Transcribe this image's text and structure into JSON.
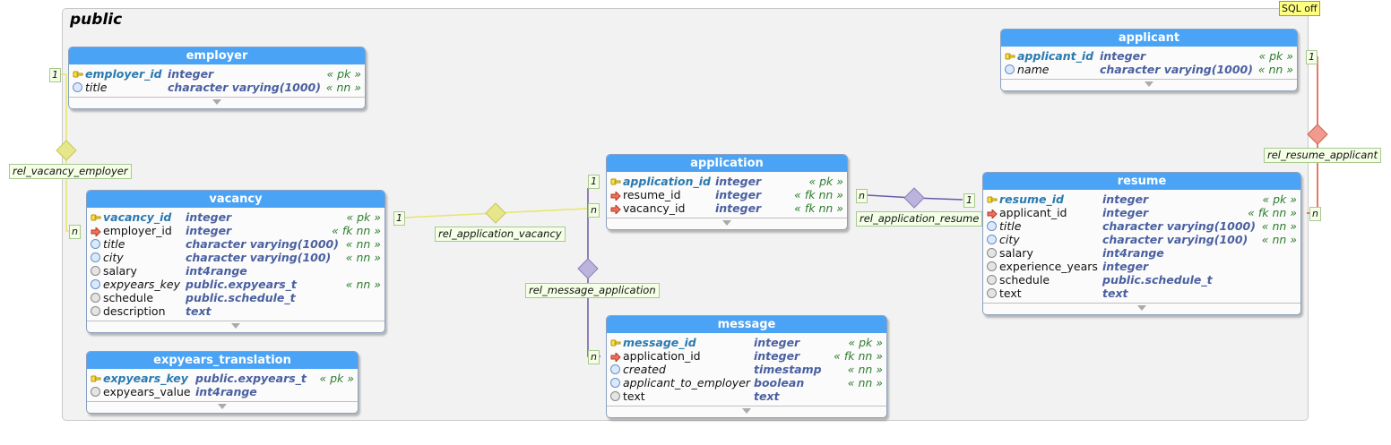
{
  "schema": {
    "name": "public",
    "badge": "SQL off"
  },
  "tables": {
    "employer": {
      "title": "employer",
      "fields": [
        {
          "name": "employer_id",
          "type": "integer",
          "cons": "« pk »",
          "icon": "key"
        },
        {
          "name": "title",
          "type": "character varying(1000)",
          "cons": "« nn »",
          "icon": "notnull"
        }
      ]
    },
    "applicant": {
      "title": "applicant",
      "fields": [
        {
          "name": "applicant_id",
          "type": "integer",
          "cons": "« pk »",
          "icon": "key"
        },
        {
          "name": "name",
          "type": "character varying(1000)",
          "cons": "« nn »",
          "icon": "notnull"
        }
      ]
    },
    "vacancy": {
      "title": "vacancy",
      "fields": [
        {
          "name": "vacancy_id",
          "type": "integer",
          "cons": "« pk »",
          "icon": "key"
        },
        {
          "name": "employer_id",
          "type": "integer",
          "cons": "« fk nn »",
          "icon": "fk"
        },
        {
          "name": "title",
          "type": "character varying(1000)",
          "cons": "« nn »",
          "icon": "notnull"
        },
        {
          "name": "city",
          "type": "character varying(100)",
          "cons": "« nn »",
          "icon": "notnull"
        },
        {
          "name": "salary",
          "type": "int4range",
          "cons": "",
          "icon": "nullable"
        },
        {
          "name": "expyears_key",
          "type": "public.expyears_t",
          "cons": "« nn »",
          "icon": "notnull"
        },
        {
          "name": "schedule",
          "type": "public.schedule_t",
          "cons": "",
          "icon": "nullable"
        },
        {
          "name": "description",
          "type": "text",
          "cons": "",
          "icon": "nullable"
        }
      ]
    },
    "application": {
      "title": "application",
      "fields": [
        {
          "name": "application_id",
          "type": "integer",
          "cons": "« pk »",
          "icon": "key"
        },
        {
          "name": "resume_id",
          "type": "integer",
          "cons": "« fk nn »",
          "icon": "fk"
        },
        {
          "name": "vacancy_id",
          "type": "integer",
          "cons": "« fk nn »",
          "icon": "fk"
        }
      ]
    },
    "resume": {
      "title": "resume",
      "fields": [
        {
          "name": "resume_id",
          "type": "integer",
          "cons": "« pk »",
          "icon": "key"
        },
        {
          "name": "applicant_id",
          "type": "integer",
          "cons": "« fk nn »",
          "icon": "fk"
        },
        {
          "name": "title",
          "type": "character varying(1000)",
          "cons": "« nn »",
          "icon": "notnull"
        },
        {
          "name": "city",
          "type": "character varying(100)",
          "cons": "« nn »",
          "icon": "notnull"
        },
        {
          "name": "salary",
          "type": "int4range",
          "cons": "",
          "icon": "nullable"
        },
        {
          "name": "experience_years",
          "type": "integer",
          "cons": "",
          "icon": "nullable"
        },
        {
          "name": "schedule",
          "type": "public.schedule_t",
          "cons": "",
          "icon": "nullable"
        },
        {
          "name": "text",
          "type": "text",
          "cons": "",
          "icon": "nullable"
        }
      ]
    },
    "message": {
      "title": "message",
      "fields": [
        {
          "name": "message_id",
          "type": "integer",
          "cons": "« pk »",
          "icon": "key"
        },
        {
          "name": "application_id",
          "type": "integer",
          "cons": "« fk nn »",
          "icon": "fk"
        },
        {
          "name": "created",
          "type": "timestamp",
          "cons": "« nn »",
          "icon": "notnull"
        },
        {
          "name": "applicant_to_employer",
          "type": "boolean",
          "cons": "« nn »",
          "icon": "notnull"
        },
        {
          "name": "text",
          "type": "text",
          "cons": "",
          "icon": "nullable"
        }
      ]
    },
    "expyears_translation": {
      "title": "expyears_translation",
      "fields": [
        {
          "name": "expyears_key",
          "type": "public.expyears_t",
          "cons": "« pk »",
          "icon": "key"
        },
        {
          "name": "expyears_value",
          "type": "int4range",
          "cons": "",
          "icon": "nullable"
        }
      ]
    }
  },
  "relations": {
    "vacancy_employer": {
      "label": "rel_vacancy_employer",
      "card_one": "1",
      "card_many": "n",
      "color": "#e6e66a"
    },
    "application_vacancy": {
      "label": "rel_application_vacancy",
      "card_one": "1",
      "card_many": "n",
      "color": "#e6e66a"
    },
    "application_resume": {
      "label": "rel_application_resume",
      "card_one": "1",
      "card_many": "n",
      "color": "#6a5aa8"
    },
    "resume_applicant": {
      "label": "rel_resume_applicant",
      "card_one": "1",
      "card_many": "n",
      "color": "#e04a3a"
    },
    "message_application": {
      "label": "rel_message_application",
      "card_one": "1",
      "card_many": "n",
      "color": "#6a5aa8"
    }
  },
  "colors": {
    "header": "#4aa3f5",
    "pk_text": "#2a7ab0",
    "type_text": "#4a60a0",
    "constraint_text": "#2e7d2e"
  }
}
